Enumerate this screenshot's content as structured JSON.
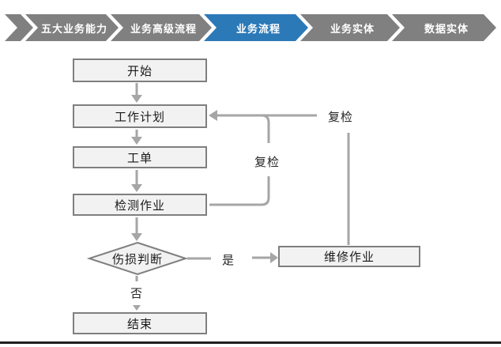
{
  "breadcrumb": {
    "steps": [
      {
        "label": "五大业务能力",
        "active": false
      },
      {
        "label": "业务高级流程",
        "active": false
      },
      {
        "label": "业务流程",
        "active": true
      },
      {
        "label": "业务实体",
        "active": false
      },
      {
        "label": "数据实体",
        "active": false
      }
    ]
  },
  "flowchart": {
    "nodes": {
      "start": {
        "label": "开始",
        "type": "process"
      },
      "plan": {
        "label": "工作计划",
        "type": "process"
      },
      "order": {
        "label": "工单",
        "type": "process"
      },
      "inspect": {
        "label": "检测作业",
        "type": "process"
      },
      "damage": {
        "label": "伤损判断",
        "type": "decision"
      },
      "repair": {
        "label": "维修作业",
        "type": "process"
      },
      "end": {
        "label": "结束",
        "type": "process"
      }
    },
    "labels": {
      "yes": "是",
      "no": "否",
      "recheck_inner": "复检",
      "recheck_outer": "复检"
    },
    "edges": [
      {
        "from": "start",
        "to": "plan",
        "label": ""
      },
      {
        "from": "plan",
        "to": "order",
        "label": ""
      },
      {
        "from": "order",
        "to": "inspect",
        "label": ""
      },
      {
        "from": "inspect",
        "to": "damage",
        "label": ""
      },
      {
        "from": "damage",
        "to": "repair",
        "label": "是"
      },
      {
        "from": "damage",
        "to": "end",
        "label": "否"
      },
      {
        "from": "inspect",
        "to": "plan",
        "label": "复检"
      },
      {
        "from": "repair",
        "to": "plan",
        "label": "复检"
      }
    ]
  },
  "colors": {
    "chevron_gray": "#808080",
    "chevron_active_blue": "#2c79b8",
    "chevron_text": "#ffffff",
    "node_fill": "#f2f2f2",
    "node_border": "#7f7f7f",
    "connector": "#a6a6a6",
    "text": "#1a1a1a",
    "bottom_rule": "#1f1f1f"
  }
}
